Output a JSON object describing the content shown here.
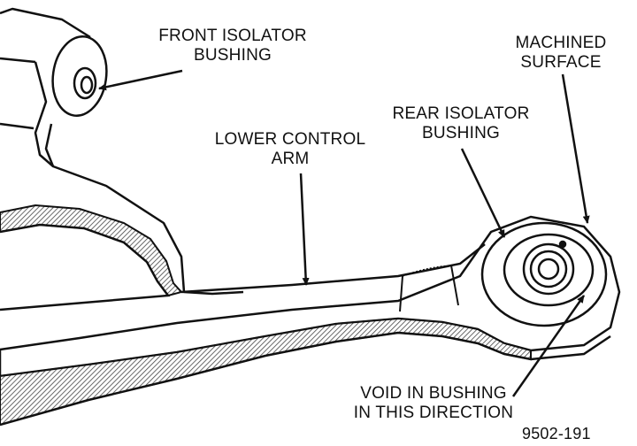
{
  "labels": {
    "front_isolator": [
      "FRONT ISOLATOR",
      "BUSHING"
    ],
    "lower_control_arm": [
      "LOWER CONTROL",
      "ARM"
    ],
    "rear_isolator": [
      "REAR ISOLATOR",
      "BUSHING"
    ],
    "machined_surface": [
      "MACHINED",
      "SURFACE"
    ],
    "void_direction": [
      "VOID IN BUSHING",
      "IN THIS DIRECTION"
    ],
    "figure_number": "9502-191"
  },
  "colors": {
    "ink": "#111111",
    "background": "#ffffff",
    "hatch": "#555555"
  }
}
